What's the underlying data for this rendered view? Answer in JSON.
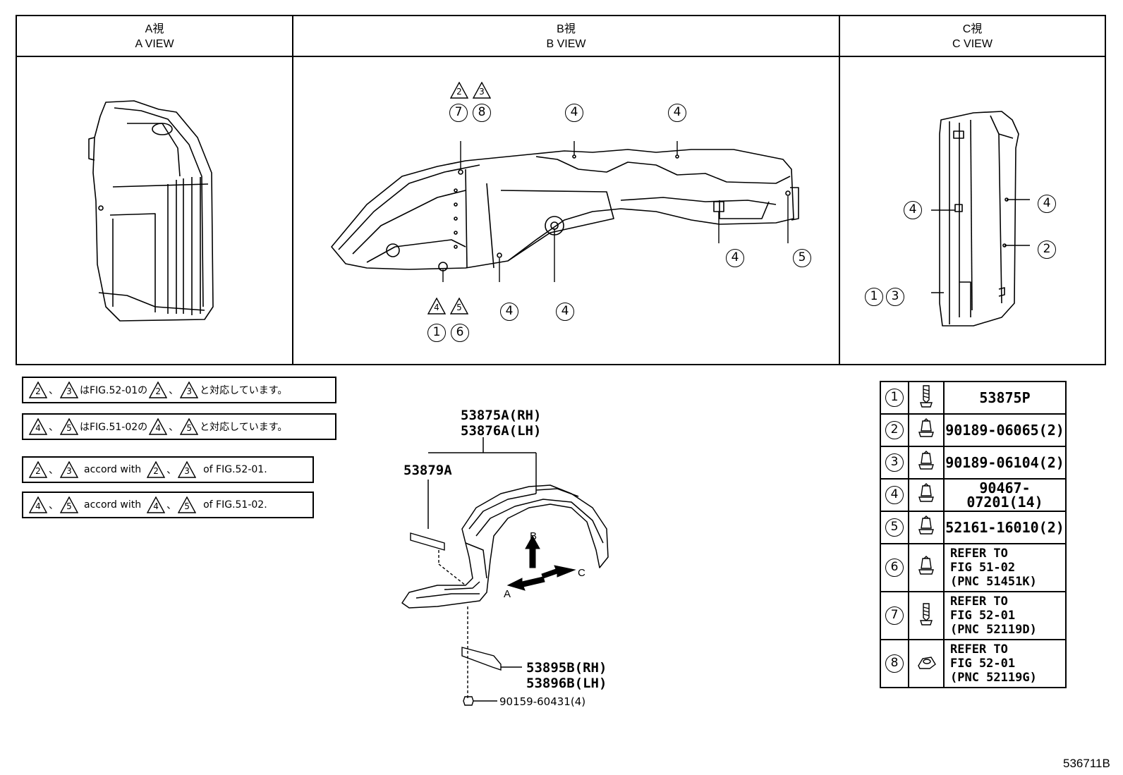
{
  "views": [
    {
      "jp": "A視",
      "en": "A VIEW"
    },
    {
      "jp": "B視",
      "en": "B VIEW"
    },
    {
      "jp": "C視",
      "en": "C VIEW"
    }
  ],
  "notes": {
    "jp1": {
      "a": "2",
      "sep": "、",
      "b": "3",
      "mid": "はFIG.52-01の",
      "c": "2",
      "sep2": "、",
      "d": "3",
      "end": "と対応しています。"
    },
    "jp2": {
      "a": "4",
      "sep": "、",
      "b": "5",
      "mid": "はFIG.51-02の",
      "c": "4",
      "sep2": "、",
      "d": "5",
      "end": "と対応しています。"
    },
    "en1": {
      "a": "2",
      "sep": "、",
      "b": "3",
      "mid": "accord with",
      "c": "2",
      "sep2": "、",
      "d": "3",
      "end": "of FIG.52-01."
    },
    "en2": {
      "a": "4",
      "sep": "、",
      "b": "5",
      "mid": "accord with",
      "c": "4",
      "sep2": "、",
      "d": "5",
      "end": "of FIG.51-02."
    }
  },
  "callouts": {
    "b_top_left_tri": [
      "2",
      "3"
    ],
    "b_top_left_circ": [
      "7",
      "8"
    ],
    "b_top_mid": "4",
    "b_top_right": "4",
    "b_bottom_tri": [
      "4",
      "5"
    ],
    "b_bottom_circ": [
      "1",
      "6"
    ],
    "b_bottom_a": "4",
    "b_bottom_b": "4",
    "b_bottom_c": "4",
    "b_bottom_d": "5",
    "c_left_4": "4",
    "c_right_4": "4",
    "c_right_2": "2",
    "c_left_13": [
      "1",
      "3"
    ]
  },
  "parts": {
    "p1": "53875A(RH)",
    "p2": "53876A(LH)",
    "p3": "53879A",
    "p4": "53895B(RH)",
    "p5": "53896B(LH)",
    "p6": "90159-60431(4)"
  },
  "arrows": {
    "a": "A",
    "b": "B",
    "c": "C"
  },
  "legend": [
    {
      "num": "1",
      "icon": "screw-icon",
      "text": [
        "53875P"
      ]
    },
    {
      "num": "2",
      "icon": "clip-icon",
      "text": [
        "90189-06065(2)"
      ]
    },
    {
      "num": "3",
      "icon": "clip-icon",
      "text": [
        "90189-06104(2)"
      ]
    },
    {
      "num": "4",
      "icon": "clip-icon",
      "text": [
        "90467-07201(14)"
      ]
    },
    {
      "num": "5",
      "icon": "clip-icon",
      "text": [
        "52161-16010(2)"
      ]
    },
    {
      "num": "6",
      "icon": "clip-icon",
      "text": [
        "REFER TO",
        "FIG 51-02",
        "(PNC 51451K)"
      ]
    },
    {
      "num": "7",
      "icon": "screw-icon",
      "text": [
        "REFER TO",
        "FIG 52-01",
        "(PNC 52119D)"
      ]
    },
    {
      "num": "8",
      "icon": "nut-icon",
      "text": [
        "REFER TO",
        "FIG 52-01",
        "(PNC 52119G)"
      ]
    }
  ],
  "figure_id": "536711B"
}
